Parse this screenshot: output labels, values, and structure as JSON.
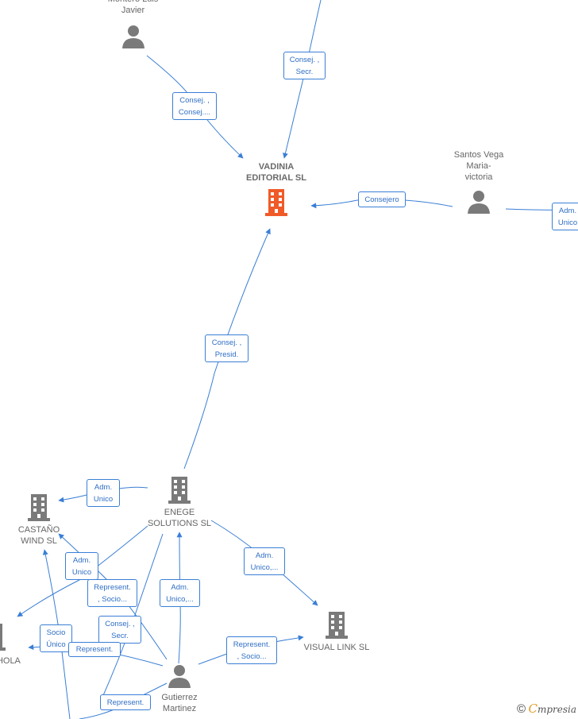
{
  "colors": {
    "edge": "#3a7fd5",
    "node_gray": "#7a7a7a",
    "main_company": "#f05a28"
  },
  "nodes": {
    "montero": {
      "label": "Montero Luis\nJavier",
      "type": "person"
    },
    "vadinia": {
      "label": "VADINIA\nEDITORIAL  SL",
      "type": "company-main"
    },
    "santos": {
      "label": "Santos Vega\nMaria-\nvictoria",
      "type": "person"
    },
    "enege": {
      "label": "ENEGE\nSOLUTIONS  SL",
      "type": "company"
    },
    "castano": {
      "label": "CASTAÑO\nWIND  SL",
      "type": "company"
    },
    "visual": {
      "label": "VISUAL LINK  SL",
      "type": "company"
    },
    "chola": {
      "label": "CHOLA\nL",
      "type": "company"
    },
    "gutierrez": {
      "label": "Gutierrez\nMartinez",
      "type": "person"
    }
  },
  "edge_labels": {
    "montero_vadinia": "Consej. ,\nConsej....",
    "top_vadinia": "Consej. ,\nSecr.",
    "santos_vadinia": "Consejero",
    "right_santos": "Adm.\nUnico",
    "enege_vadinia": "Consej. ,\nPresid.",
    "enege_castano": "Adm.\nUnico",
    "enege_visual": "Adm.\nUnico,...",
    "gut_enege": "Adm.\nUnico,...",
    "gut_castano_adm": "Adm.\nUnico",
    "gut_castano_rep": "Represent.\n, Socio...",
    "gut_chola_cs": "Consej. ,\nSecr.",
    "socio_unico": "Socio\nÚnico",
    "represent_a": "Represent.",
    "represent_b": "Represent.",
    "gut_visual": "Represent.\n, Socio..."
  },
  "brand": {
    "copyright": "©",
    "initial": "C",
    "name": "mpresia"
  }
}
